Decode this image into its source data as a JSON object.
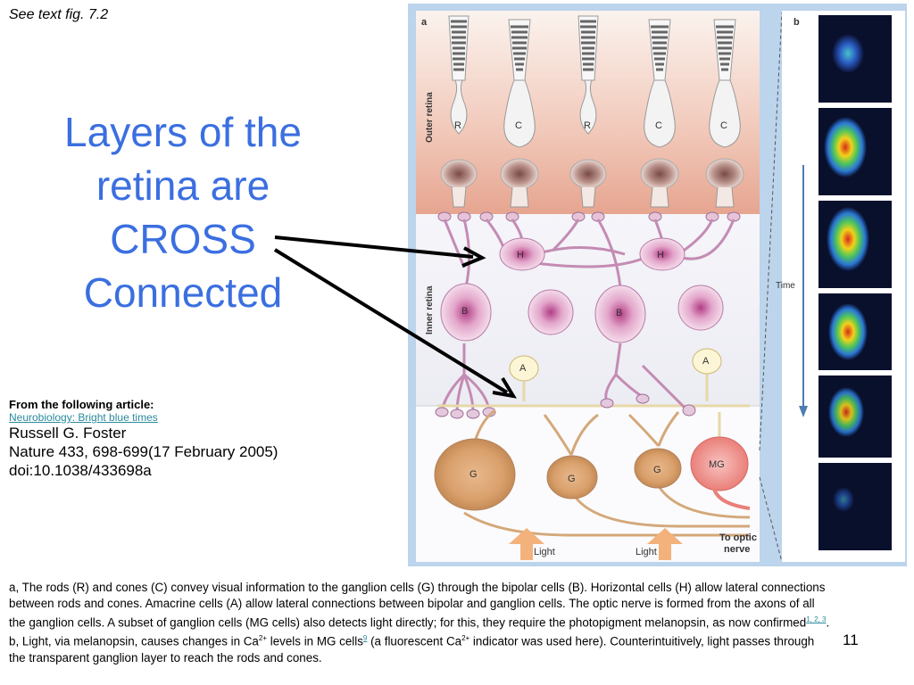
{
  "header": {
    "see_text": "See text fig. 7.2"
  },
  "title": {
    "line1": "Layers of the",
    "line2": "retina are",
    "line3": "CROSS",
    "line4": "Connected"
  },
  "article": {
    "intro": "From the following article:",
    "link": "Neurobiology:  Bright blue times",
    "author": "Russell G. Foster",
    "journal": "Nature 433, 698-699(17 February 2005)",
    "doi": "doi:10.1038/433698a"
  },
  "caption": {
    "p1": "a, The rods (R) and cones (C) convey visual information to the ganglion cells (G) through the bipolar cells (B). Horizontal cells (H) allow lateral connections between rods and cones. Amacrine cells (A) allow lateral connections between bipolar and ganglion cells. The optic nerve is formed from the axons of all the ganglion cells. A subset of ganglion cells (MG cells) also detects light directly; for this, they require the photopigment melanopsin, as now confirmed",
    "cite1": "1, 2, 3",
    "p2": ". b, Light, via melanopsin, causes changes in Ca",
    "sup_a": "2+",
    "p3": " levels in MG cells",
    "cite2": "9",
    "p4": " (a fluorescent Ca",
    "sup_b": "2+",
    "p5": " indicator was used here). Counterintuitively, light passes through the transparent ganglion layer to reach the rods and cones."
  },
  "page_number": "11",
  "figure": {
    "panel_a_label": "a",
    "panel_b_label": "b",
    "outer_retina": "Outer retina",
    "inner_retina": "Inner retina",
    "photoreceptors": [
      "R",
      "C",
      "R",
      "C",
      "C"
    ],
    "horizontal": [
      "H",
      "H"
    ],
    "bipolar": [
      "B",
      "B"
    ],
    "amacrine": [
      "A",
      "A"
    ],
    "ganglion": [
      "G",
      "G",
      "G"
    ],
    "mg": "MG",
    "light_left": "Light",
    "light_right": "Light",
    "optic_nerve_1": "To optic",
    "optic_nerve_2": "nerve",
    "time_label": "Time",
    "colors": {
      "title": "#3b6fe0",
      "link": "#2a8a9e",
      "frame": "#bcd4ec",
      "mg_cell": "#f09e9a"
    }
  }
}
